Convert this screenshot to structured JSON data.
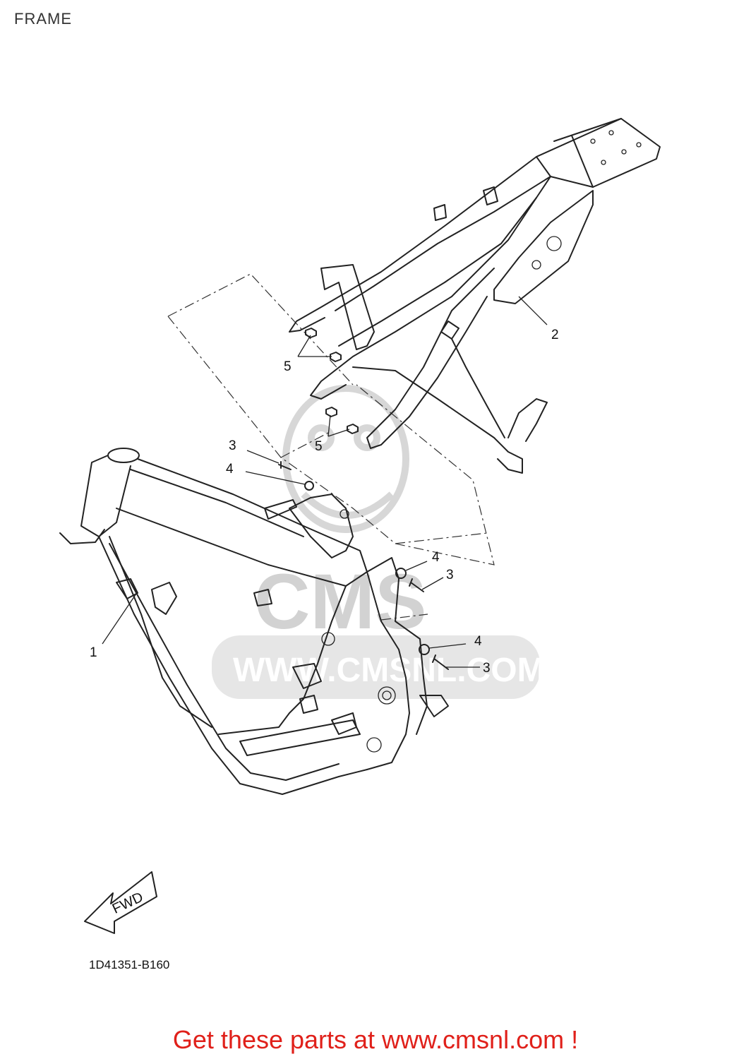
{
  "title": "FRAME",
  "diagram_code": "1D41351-B160",
  "fwd_label": "FWD",
  "watermark": {
    "brand": "CMS",
    "url": "WWW.CMSNL.COM"
  },
  "callouts": {
    "frame": "1",
    "rear_frame": "2",
    "bolt_upper_left": "3",
    "washer_upper_left": "4",
    "nut_upper": "5",
    "nut_lower": "5",
    "washer_mid_right": "4",
    "bolt_mid_right": "3",
    "washer_low_right": "4",
    "bolt_low_right": "3"
  },
  "footer": {
    "link_text": "Get these parts at www.cmsnl.com !"
  },
  "colors": {
    "line": "#222222",
    "watermark": "#d7d7d7",
    "link": "#e0201a"
  }
}
